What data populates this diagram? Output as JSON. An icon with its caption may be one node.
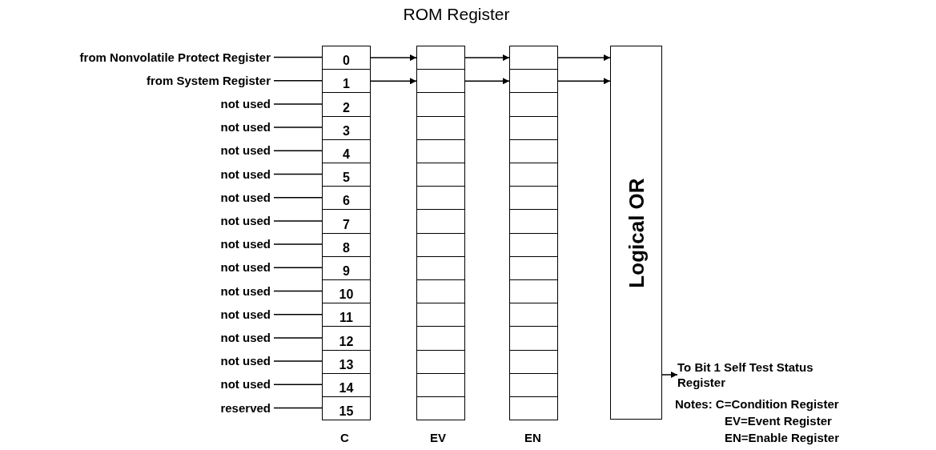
{
  "diagram": {
    "title": "ROM Register",
    "nodes": [
      {
        "text": [
          "from Nonvolatile Protect Register"
        ]
      },
      {
        "text": [
          "from System Register"
        ]
      },
      {
        "text": [
          "not used"
        ]
      },
      {
        "text": [
          "not used"
        ]
      },
      {
        "text": [
          "not used"
        ]
      },
      {
        "text": [
          "not used"
        ]
      },
      {
        "text": [
          "not used"
        ]
      },
      {
        "text": [
          "not used"
        ]
      },
      {
        "text": [
          "not used"
        ]
      },
      {
        "text": [
          "not used"
        ]
      },
      {
        "text": [
          "not used"
        ]
      },
      {
        "text": [
          "not used"
        ]
      },
      {
        "text": [
          "not used"
        ]
      },
      {
        "text": [
          "not used"
        ]
      },
      {
        "text": [
          "not used"
        ]
      },
      {
        "text": [
          "reserved"
        ]
      },
      {
        "text": [
          "0"
        ]
      },
      {
        "text": [
          "1"
        ]
      },
      {
        "text": [
          "2"
        ]
      },
      {
        "text": [
          "3"
        ]
      },
      {
        "text": [
          "4"
        ]
      },
      {
        "text": [
          "5"
        ]
      },
      {
        "text": [
          "6"
        ]
      },
      {
        "text": [
          "7"
        ]
      },
      {
        "text": [
          "8"
        ]
      },
      {
        "text": [
          "9"
        ]
      },
      {
        "text": [
          "10"
        ]
      },
      {
        "text": [
          "11"
        ]
      },
      {
        "text": [
          "12"
        ]
      },
      {
        "text": [
          "13"
        ]
      },
      {
        "text": [
          "14"
        ]
      },
      {
        "text": [
          "15"
        ]
      },
      {
        "text": [],
        "shape": "box"
      },
      {
        "text": [],
        "shape": "box"
      },
      {
        "text": [],
        "shape": "box"
      },
      {
        "text": [],
        "shape": "box"
      },
      {
        "text": [],
        "shape": "box"
      },
      {
        "text": [],
        "shape": "box"
      },
      {
        "text": [],
        "shape": "box"
      },
      {
        "text": [],
        "shape": "box"
      },
      {
        "text": [],
        "shape": "box"
      },
      {
        "text": [],
        "shape": "box"
      },
      {
        "text": [],
        "shape": "box"
      },
      {
        "text": [],
        "shape": "box"
      },
      {
        "text": [],
        "shape": "box"
      },
      {
        "text": [],
        "shape": "box"
      },
      {
        "text": [],
        "shape": "box"
      },
      {
        "text": [],
        "shape": "box"
      },
      {
        "text": [],
        "shape": "box"
      },
      {
        "text": [],
        "shape": "box"
      },
      {
        "text": [],
        "shape": "box"
      },
      {
        "text": [],
        "shape": "box"
      },
      {
        "text": [],
        "shape": "box"
      },
      {
        "text": [],
        "shape": "box"
      },
      {
        "text": [],
        "shape": "box"
      },
      {
        "text": [],
        "shape": "box"
      },
      {
        "text": [],
        "shape": "box"
      },
      {
        "text": [],
        "shape": "box"
      },
      {
        "text": [],
        "shape": "box"
      },
      {
        "text": [],
        "shape": "box"
      },
      {
        "text": [],
        "shape": "box"
      },
      {
        "text": [],
        "shape": "box"
      },
      {
        "text": [],
        "shape": "box"
      },
      {
        "text": [],
        "shape": "box"
      },
      {
        "text": [
          "Logical OR"
        ]
      },
      {
        "text": [
          "To Bit 1 Self Test Status Register"
        ]
      }
    ],
    "edges": [
      {
        "from": 0,
        "to": 16,
        "arrow": "none"
      },
      {
        "from": 1,
        "to": 17,
        "arrow": "none"
      },
      {
        "from": 2,
        "to": 18,
        "arrow": "none"
      },
      {
        "from": 3,
        "to": 19,
        "arrow": "none"
      },
      {
        "from": 4,
        "to": 20,
        "arrow": "none"
      },
      {
        "from": 5,
        "to": 21,
        "arrow": "none"
      },
      {
        "from": 6,
        "to": 22,
        "arrow": "none"
      },
      {
        "from": 7,
        "to": 23,
        "arrow": "none"
      },
      {
        "from": 8,
        "to": 24,
        "arrow": "none"
      },
      {
        "from": 9,
        "to": 25,
        "arrow": "none"
      },
      {
        "from": 10,
        "to": 26,
        "arrow": "none"
      },
      {
        "from": 11,
        "to": 27,
        "arrow": "none"
      },
      {
        "from": 12,
        "to": 28,
        "arrow": "none"
      },
      {
        "from": 13,
        "to": 29,
        "arrow": "none"
      },
      {
        "from": 14,
        "to": 30,
        "arrow": "none"
      },
      {
        "from": 15,
        "to": 31,
        "arrow": "none"
      },
      {
        "from": 16,
        "to": 32,
        "arrow": "to"
      },
      {
        "from": 32,
        "to": 48,
        "arrow": "to"
      },
      {
        "from": 48,
        "to": 64,
        "arrow": "to"
      },
      {
        "from": 17,
        "to": 33,
        "arrow": "to"
      },
      {
        "from": 33,
        "to": 49,
        "arrow": "to"
      },
      {
        "from": 49,
        "to": 64,
        "arrow": "to"
      },
      {
        "from": 64,
        "to": 65,
        "arrow": "to"
      }
    ],
    "labels": [
      "C",
      "EV",
      "EN",
      "Notes: C=Condition Register",
      "EV=Event Register",
      "EN=Enable Register"
    ]
  }
}
